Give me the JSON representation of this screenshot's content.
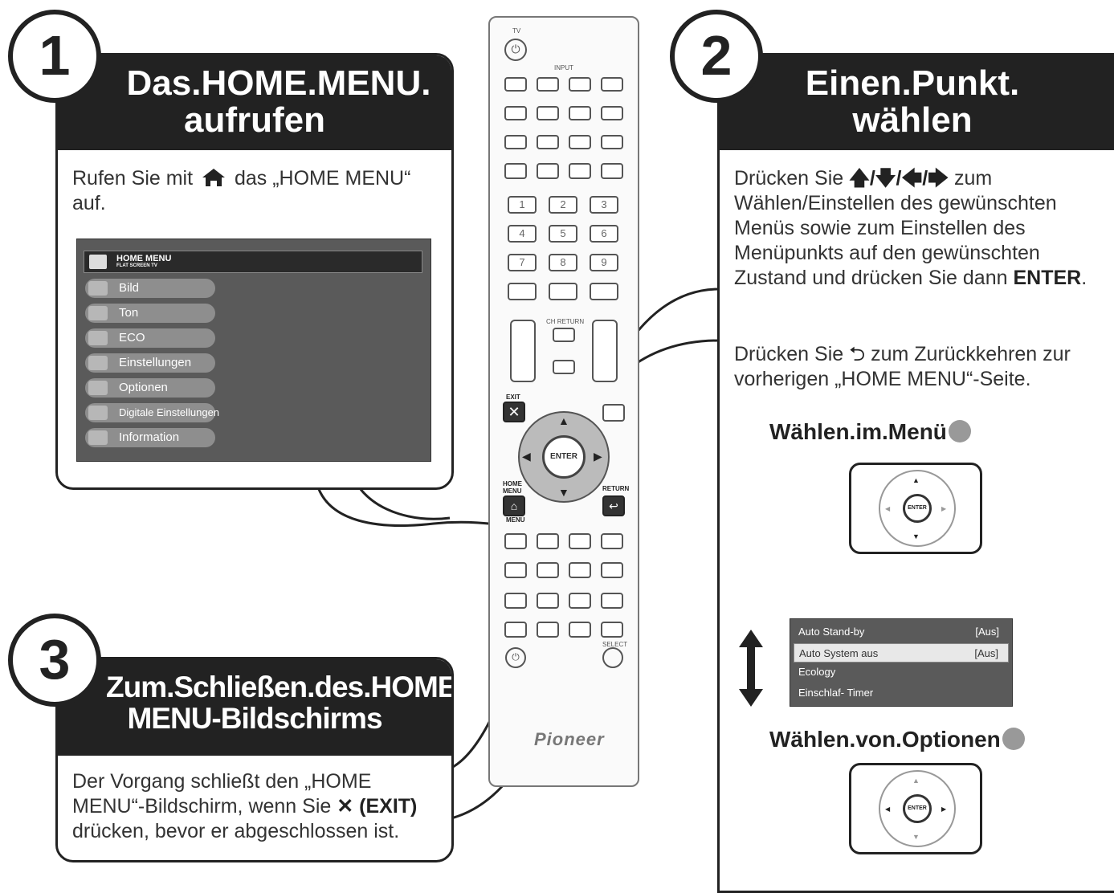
{
  "step1": {
    "number": "1",
    "title_line1": "Das.HOME.MENU.",
    "title_line2": "aufrufen",
    "text_before": "Rufen Sie mit",
    "text_after": "das „HOME MENU“ auf.",
    "home_icon": "home-icon",
    "screen": {
      "title": "HOME MENU",
      "subtitle": "FLAT SCREEN TV",
      "items": [
        "Bild",
        "Ton",
        "ECO",
        "Einstellungen",
        "Optionen",
        "Digitale Einstellungen",
        "Information"
      ]
    }
  },
  "step2": {
    "number": "2",
    "title_line1": "Einen.Punkt.",
    "title_line2": "wählen",
    "para1_before": "Drücken Sie",
    "para1_after": "zum Wählen/Einstellen des gewünschten Menüs sowie zum Einstellen des Menüpunkts auf den gewünschten Zustand und drücken Sie dann",
    "para1_bold": "ENTER",
    "para1_end": ".",
    "para2_before": "Drücken Sie",
    "para2_after": "zum Zurückkehren zur vorherigen „HOME MENU“-Seite.",
    "sub_menu": "Wählen.im.Menü",
    "sub_options": "Wählen.von.Optionen",
    "enter_label": "ENTER",
    "options": [
      {
        "key": "Auto Stand-by",
        "value": "[Aus]"
      },
      {
        "key": "Auto System aus",
        "value": "[Aus]"
      },
      {
        "key": "Ecology",
        "value": ""
      },
      {
        "key": "Einschlaf- Timer",
        "value": ""
      }
    ]
  },
  "step3": {
    "number": "3",
    "title_line1": "Zum.Schließen.des.HOME.",
    "title_line2": "MENU-Bildschirms",
    "text_before": "Der Vorgang schließt den „HOME MENU“-Bildschirm, wenn Sie",
    "text_bold": "(EXIT)",
    "text_after": "drücken, bevor er abgeschlossen ist."
  },
  "remote": {
    "tv_label": "TV",
    "input_label": "INPUT",
    "nums": [
      "1",
      "2",
      "3",
      "4",
      "5",
      "6",
      "7",
      "8",
      "9"
    ],
    "ch_return": "CH RETURN",
    "exit_label": "EXIT",
    "home_menu_label": "HOME MENU",
    "return_label": "RETURN",
    "enter_label": "ENTER",
    "menu_label": "MENU",
    "select_label": "SELECT",
    "brand": "Pioneer"
  },
  "colors": {
    "dark": "#222222",
    "screen": "#5a5a5a",
    "item": "#8e8e8e",
    "dot": "#999999"
  }
}
